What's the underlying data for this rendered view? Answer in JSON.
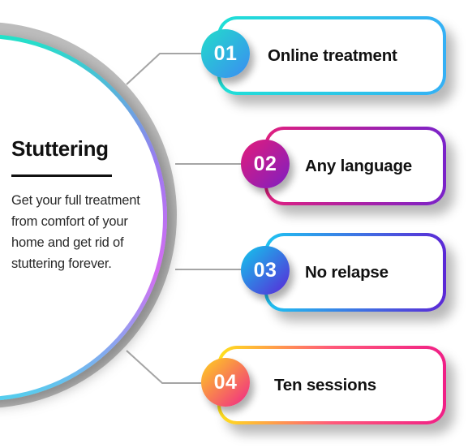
{
  "hero": {
    "title": "Stuttering",
    "description": "Get your full treatment from comfort of your home and get rid of stuttering forever."
  },
  "items": [
    {
      "number": "01",
      "label": "Online treatment",
      "gradient": [
        "#1fe0d6",
        "#35b0f5"
      ],
      "badge_gradient": [
        "#22dccb",
        "#3b8cf2"
      ]
    },
    {
      "number": "02",
      "label": "Any language",
      "gradient": [
        "#e0207f",
        "#7a22c9"
      ],
      "badge_gradient": [
        "#e31b7a",
        "#7e1fc2"
      ]
    },
    {
      "number": "03",
      "label": "No relapse",
      "gradient": [
        "#1ec4f2",
        "#5b28d6"
      ],
      "badge_gradient": [
        "#12c8ec",
        "#5a26d8"
      ]
    },
    {
      "number": "04",
      "label": "Ten sessions",
      "gradient": [
        "#ffe21a",
        "#ff5a7a",
        "#f01f86"
      ],
      "badge_gradient": [
        "#ffd21d",
        "#f0258a"
      ]
    }
  ],
  "colors": {
    "connector": "#a5a5a5",
    "ring_gradient": [
      "#1fe4c8",
      "#a96ef2",
      "#d76cf2",
      "#4fd3ee"
    ],
    "text": "#111111"
  }
}
